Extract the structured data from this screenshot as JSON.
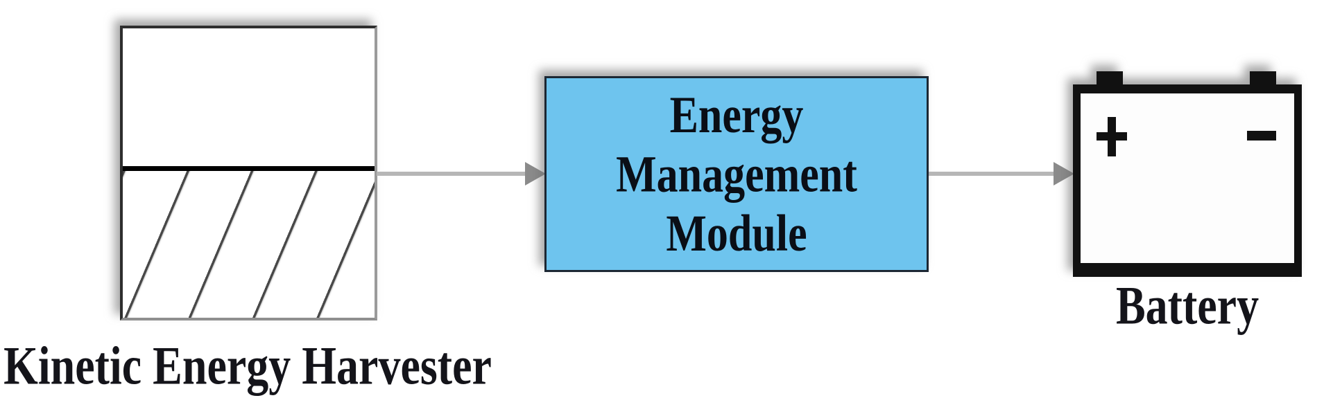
{
  "figure": {
    "type": "block-diagram",
    "background": "#ffffff",
    "blocks": {
      "harvester": {
        "label": "Kinetic Energy Harvester",
        "fill": "#ffffff",
        "pattern": "diagonal-hatch-lower-half"
      },
      "energy_management": {
        "lines": [
          "Energy",
          "Management",
          "Module"
        ],
        "fill": "#6ec4ee"
      },
      "battery": {
        "label": "Battery",
        "fill": "#ffffff",
        "positive_symbol": "+",
        "negative_symbol": "−"
      }
    },
    "connections": [
      {
        "from": "harvester",
        "to": "energy_management",
        "style": "gray-arrow-right"
      },
      {
        "from": "energy_management",
        "to": "battery",
        "style": "gray-arrow-right"
      }
    ],
    "colors": {
      "arrow_line": "#b6b6b6",
      "arrow_head": "#8b8b8b",
      "emm_fill": "#6ec4ee",
      "emm_border": "#1c2733",
      "hatch_line": "#3e3e3e",
      "battery_border": "#111111",
      "text": "#14141a"
    }
  }
}
